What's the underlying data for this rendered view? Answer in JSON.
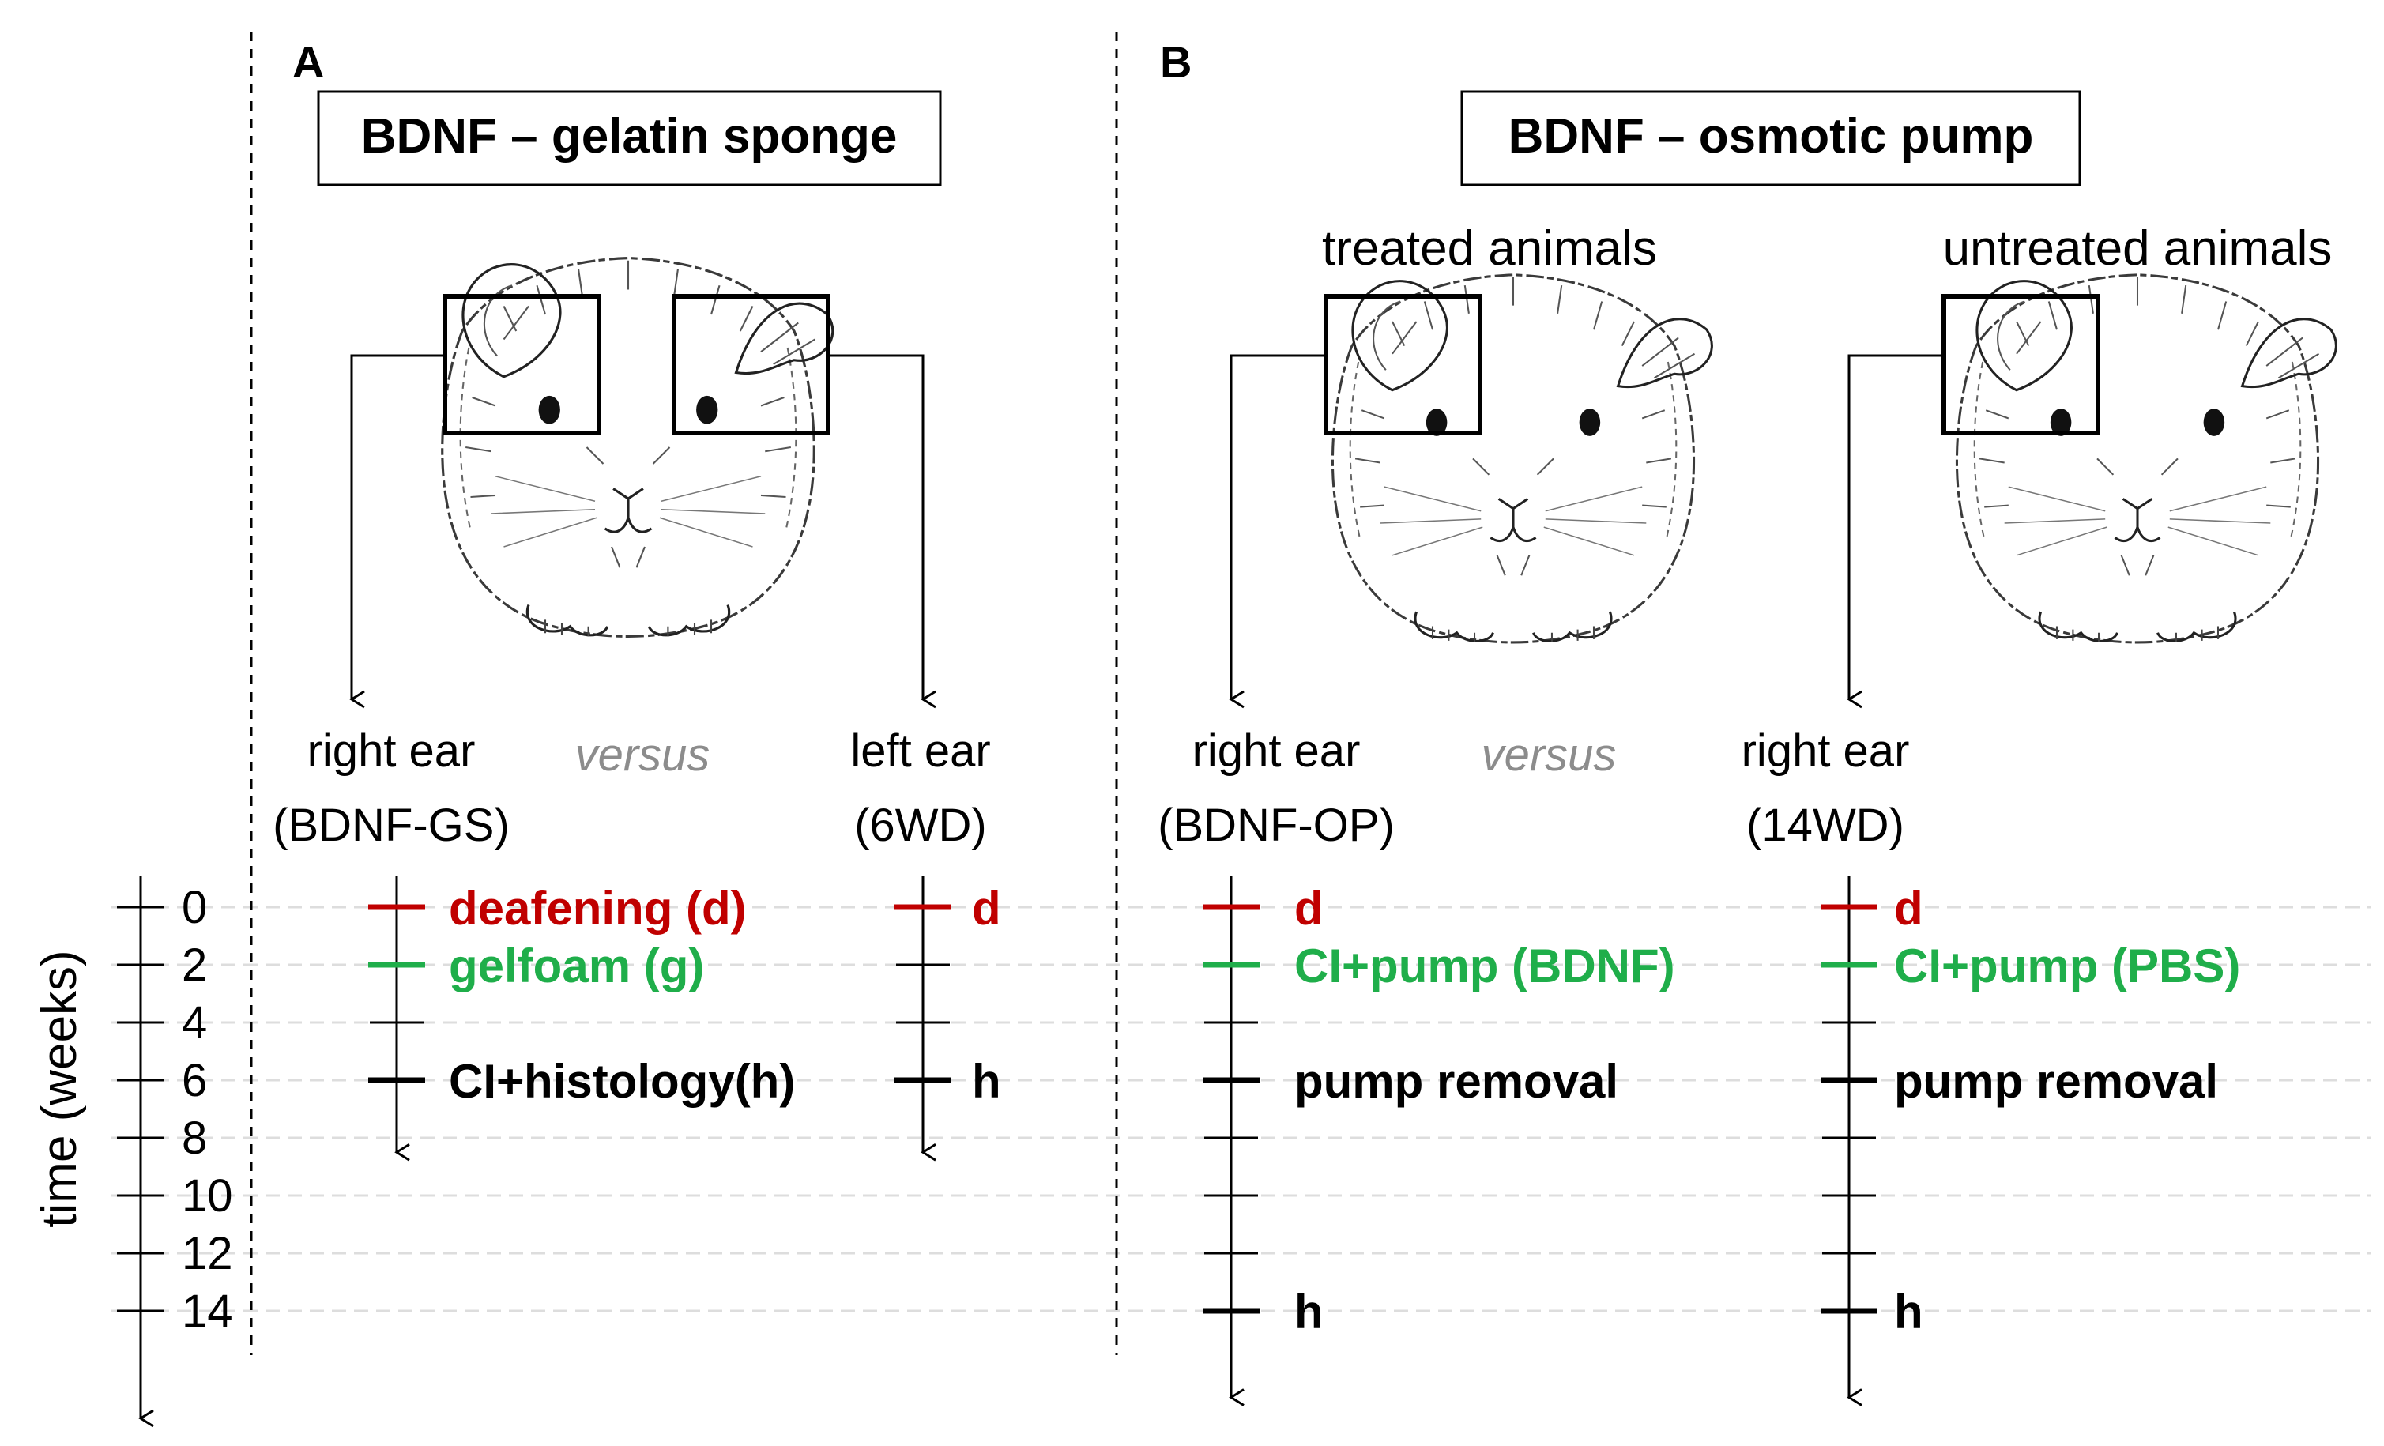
{
  "panels": {
    "a": {
      "letter": "A",
      "title": "BDNF – gelatin sponge",
      "left_col_label": [
        "right ear",
        "(BDNF-GS)"
      ],
      "versus": "versus",
      "right_col_label": [
        "left ear",
        "(6WD)"
      ],
      "left_events": [
        {
          "week": 0,
          "text": "deafening (d)",
          "color": "#c00000"
        },
        {
          "week": 2,
          "text": "gelfoam (g)",
          "color": "#1fae4a"
        },
        {
          "week": 6,
          "text": "CI+histology(h)",
          "color": "#000000"
        }
      ],
      "right_events": [
        {
          "week": 0,
          "text": "d",
          "color": "#c00000"
        },
        {
          "week": 6,
          "text": "h",
          "color": "#000000"
        }
      ]
    },
    "b": {
      "letter": "B",
      "title": "BDNF – osmotic pump",
      "treated_label": "treated animals",
      "untreated_label": "untreated animals",
      "left_col_label": [
        "right ear",
        "(BDNF-OP)"
      ],
      "versus": "versus",
      "right_col_label": [
        "right ear",
        "(14WD)"
      ],
      "left_events": [
        {
          "week": 0,
          "text": "d",
          "color": "#c00000"
        },
        {
          "week": 2,
          "text": "CI+pump (BDNF)",
          "color": "#1fae4a"
        },
        {
          "week": 6,
          "text": "pump removal",
          "color": "#000000"
        },
        {
          "week": 14,
          "text": "h",
          "color": "#000000"
        }
      ],
      "right_events": [
        {
          "week": 0,
          "text": "d",
          "color": "#c00000"
        },
        {
          "week": 2,
          "text": "CI+pump (PBS)",
          "color": "#1fae4a"
        },
        {
          "week": 6,
          "text": "pump removal",
          "color": "#000000"
        },
        {
          "week": 14,
          "text": "h",
          "color": "#000000"
        }
      ]
    }
  },
  "time_axis": {
    "label": "time (weeks)",
    "ticks": [
      "0",
      "2",
      "4",
      "6",
      "8",
      "10",
      "12",
      "14"
    ]
  },
  "colors": {
    "deafening": "#c00000",
    "implant": "#1fae4a",
    "histology": "#000000",
    "guide": "#dddddd"
  },
  "icons": [
    "guinea-pig-icon"
  ]
}
